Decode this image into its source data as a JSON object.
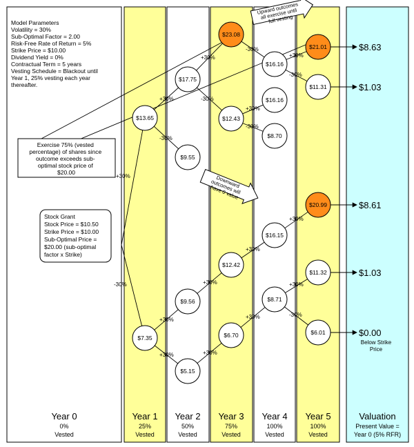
{
  "colors": {
    "vested_column": "#ffff99",
    "plain_column": "#ffffff",
    "valuation_column": "#ccffff",
    "exercise_node": "#ff8c1a",
    "normal_node": "#ffffff"
  },
  "params": {
    "lines": [
      "Model Parameters",
      "Volatility = 30%",
      "Sub-Optimal Factor = 2.00",
      "Risk-Free Rate of Return = 5%",
      "Strike Price = $10.00",
      "Dividend Yield = 0%",
      "Contractual Term = 5 years",
      "Vesting Schedule = Blackout until",
      "Year 1, 25% vesting each year",
      "thereafter."
    ]
  },
  "exercise_box": {
    "lines": [
      "Exercise 75% (vested",
      "percentage) of shares since",
      "outcome exceeds sub-",
      "optimal stock price of",
      "$20.00"
    ]
  },
  "grant_box": {
    "lines": [
      "Stock Grant",
      "Stock Price = $10.50",
      "Strike Price = $10.00",
      "Sub-Optimal Price =",
      "$20.00 (sub-optimal",
      "factor x Strike)"
    ]
  },
  "arrow_up": {
    "lines": [
      "Upward outcomes",
      "all exercise until",
      "full vesting"
    ]
  },
  "arrow_down": {
    "lines": [
      "Downward",
      "outcomes will",
      "have 0 value"
    ]
  },
  "columns": [
    {
      "year": "Year 0",
      "pct": "0%",
      "vested": "Vested"
    },
    {
      "year": "Year 1",
      "pct": "25%",
      "vested": "Vested"
    },
    {
      "year": "Year 2",
      "pct": "50%",
      "vested": "Vested"
    },
    {
      "year": "Year 3",
      "pct": "75%",
      "vested": "Vested"
    },
    {
      "year": "Year 4",
      "pct": "100%",
      "vested": "Vested"
    },
    {
      "year": "Year 5",
      "pct": "100%",
      "vested": "Vested"
    }
  ],
  "valuation": {
    "title": "Valuation",
    "line1": "Present Value =",
    "line2": "Year 0 (5% RFR)"
  },
  "nodes": [
    {
      "id": "y1u",
      "label": "$13.65",
      "exercise": false
    },
    {
      "id": "y1d",
      "label": "$7.35",
      "exercise": false
    },
    {
      "id": "y2a",
      "label": "$17.75",
      "exercise": false
    },
    {
      "id": "y2b",
      "label": "$9.55",
      "exercise": false
    },
    {
      "id": "y2c",
      "label": "$9.56",
      "exercise": false
    },
    {
      "id": "y2d",
      "label": "$5.15",
      "exercise": false
    },
    {
      "id": "y3a",
      "label": "$23.08",
      "exercise": true
    },
    {
      "id": "y3b",
      "label": "$12.43",
      "exercise": false
    },
    {
      "id": "y3c",
      "label": "$12.42",
      "exercise": false
    },
    {
      "id": "y3d",
      "label": "$6.70",
      "exercise": false
    },
    {
      "id": "y4a",
      "label": "$16.16",
      "exercise": false
    },
    {
      "id": "y4b",
      "label": "$16.16",
      "exercise": false
    },
    {
      "id": "y4c",
      "label": "$8.70",
      "exercise": false
    },
    {
      "id": "y4d",
      "label": "$16.15",
      "exercise": false
    },
    {
      "id": "y4e",
      "label": "$8.71",
      "exercise": false
    },
    {
      "id": "y5a",
      "label": "$21.01",
      "exercise": true
    },
    {
      "id": "y5b",
      "label": "$11.31",
      "exercise": false
    },
    {
      "id": "y5c",
      "label": "$20.99",
      "exercise": true
    },
    {
      "id": "y5d",
      "label": "$11.32",
      "exercise": false
    },
    {
      "id": "y5e",
      "label": "$6.01",
      "exercise": false
    }
  ],
  "edge_labels": {
    "root_up": "+30%",
    "root_down": "-30%",
    "y1u_up": "+30%",
    "y1u_down": "-30%",
    "y1d_up": "+30%",
    "y1d_down": "+30%",
    "y2a_up": "+30%",
    "y2a_down": "-30%",
    "y2c_up": "+30%",
    "y2d_up": "+30%",
    "y3a_down": "-30%",
    "y3b_up": "+30%",
    "y3b_down": "-30%",
    "y3c_up": "+30%",
    "y3d_up": "+30%",
    "y4a_up": "+30%",
    "y4a_down": "-30%",
    "y4d_up": "+30%",
    "y4e_up": "+30%",
    "y4e_down": "-30%"
  },
  "outputs": [
    {
      "value": "$8.63",
      "note": ""
    },
    {
      "value": "$1.03",
      "note": ""
    },
    {
      "value": "$8.61",
      "note": ""
    },
    {
      "value": "$1.03",
      "note": ""
    },
    {
      "value": "$0.00",
      "note": "Below Strike Price"
    }
  ]
}
